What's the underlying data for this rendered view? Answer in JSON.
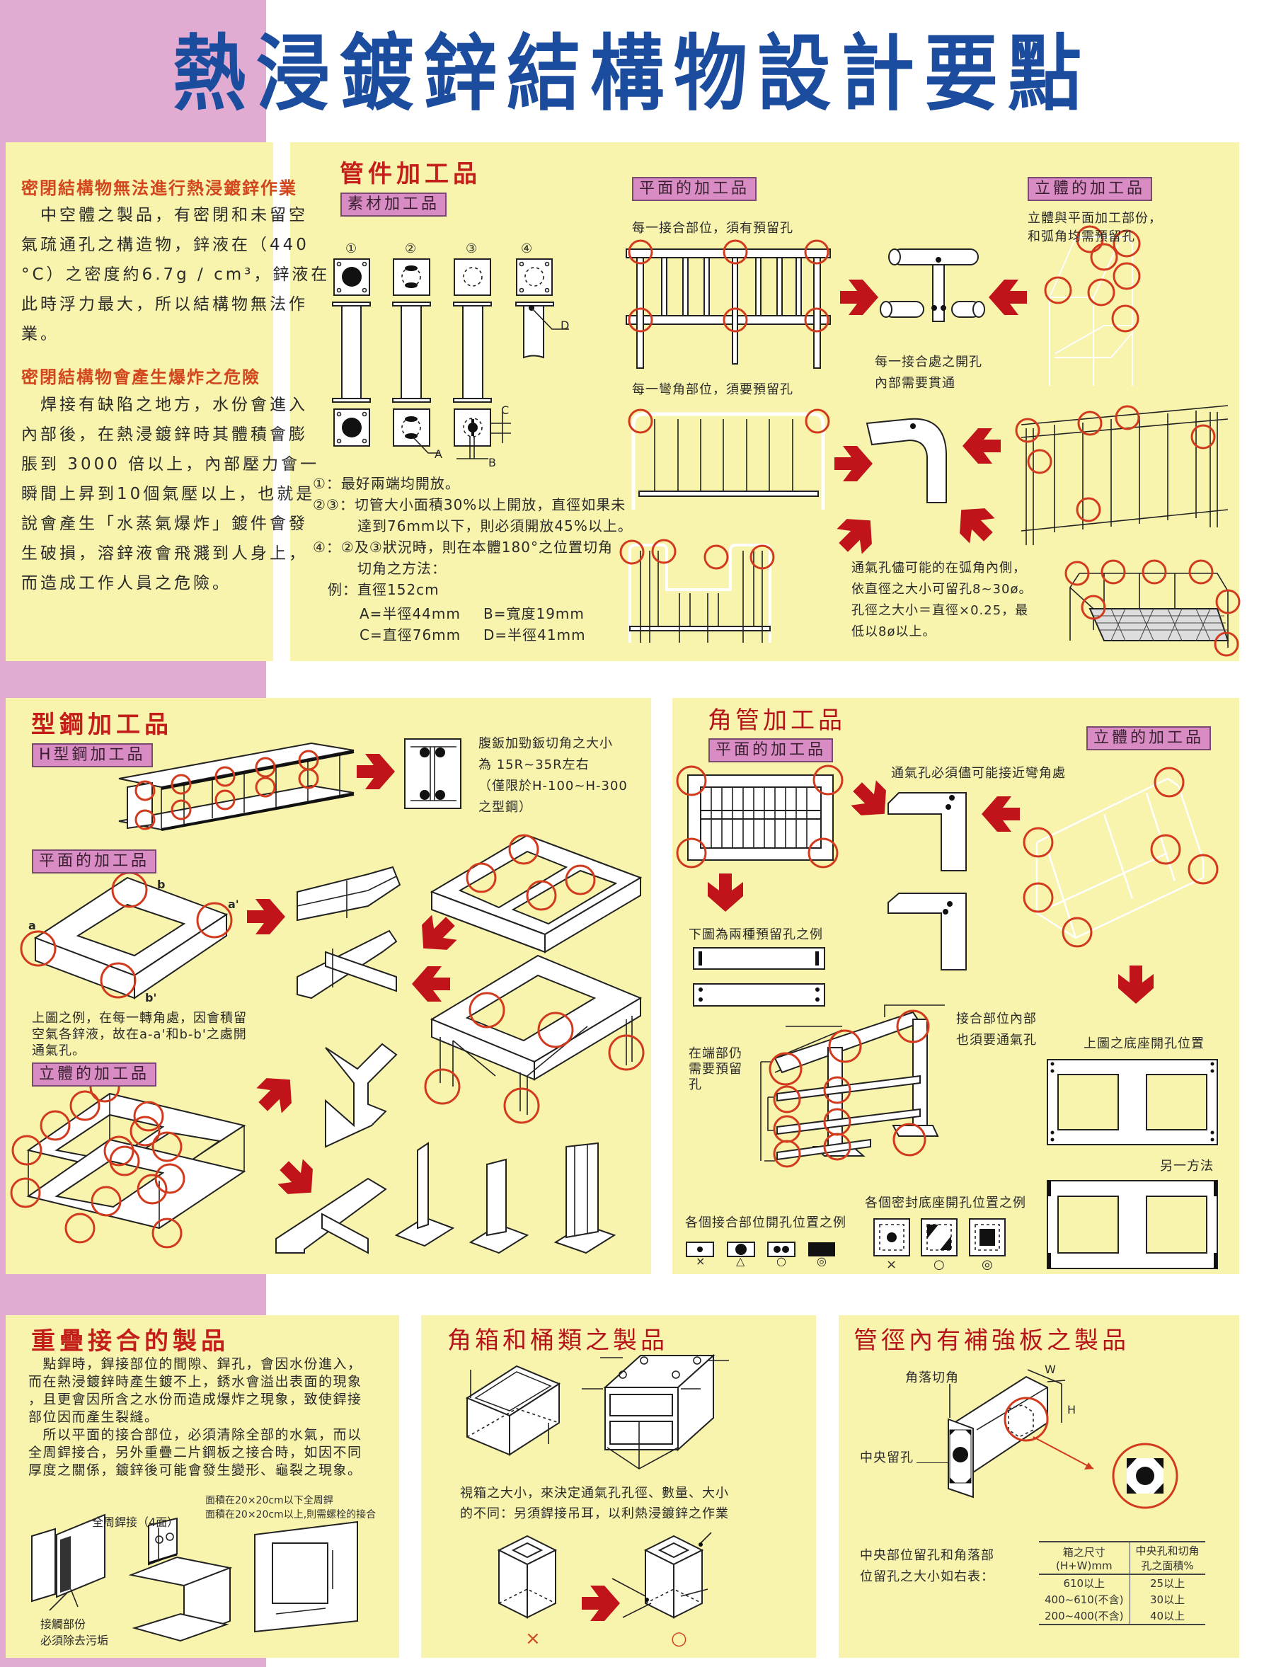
{
  "title": "熱浸鍍鋅結構物設計要點",
  "sealed": {
    "heading1": "密閉結構物無法進行熱浸鍍鋅作業",
    "para1": [
      "　中空體之製品，有密閉和未留空",
      "氣疏通孔之構造物，鋅液在（440",
      "°C）之密度約6.7g / cm³，鋅液在",
      "此時浮力最大，所以結構物無法作",
      "業。"
    ],
    "heading2": "密閉結構物會產生爆炸之危險",
    "para2": [
      "　焊接有缺陷之地方，水份會進入",
      "內部後，在熱浸鍍鋅時其體積會膨",
      "脹到 3000 倍以上，內部壓力會一",
      "瞬間上昇到10個氣壓以上，也就是",
      "說會產生「水蒸氣爆炸」鍍件會發",
      "生破損，溶鋅液會飛濺到人身上，",
      "而造成工作人員之危險。"
    ]
  },
  "pipe": {
    "heading": "管件加工品",
    "raw_label": "素材加工品",
    "numbers": [
      "①",
      "②",
      "③",
      "④"
    ],
    "letters": [
      "A",
      "B",
      "C",
      "D"
    ],
    "notes": [
      "①：最好兩端均開放。",
      "②③：切管大小面積30%以上開放，直徑如果未",
      "　　　達到76mm以下，則必須開放45%以上。",
      "④：②及③狀況時，則在本體180°之位置切角",
      "　　　切角之方法：",
      "　例：直徑152cm"
    ],
    "dims": [
      [
        "A=半徑44mm",
        "B=寬度19mm"
      ],
      [
        "C=直徑76mm",
        "D=半徑41mm"
      ]
    ],
    "flat_label": "平面的加工品",
    "flat_note1": "每一接合部位，須有預留孔",
    "flat_note2": "每一彎角部位，須要預留孔",
    "joint_note": [
      "每一接合處之開孔",
      "內部需要貫通"
    ],
    "solid_label": "立體的加工品",
    "solid_note": [
      "立體與平面加工部份，",
      "和弧角均需預留孔"
    ],
    "vent_note": [
      "通氣孔儘可能的在弧角內側，",
      "依直徑之大小可留孔8~30ø。",
      "孔徑之大小＝直徑×0.25，最",
      "低以8ø以上。"
    ]
  },
  "hsteel": {
    "heading": "型鋼加工品",
    "h_label": "H型鋼加工品",
    "h_note": [
      "腹鈑加勁鈑切角之大小",
      "為 15R~35R左右",
      "（僅限於H-100~H-300",
      "之型鋼）"
    ],
    "flat_label": "平面的加工品",
    "corner_marks": [
      "a",
      "a'",
      "b",
      "b'"
    ],
    "flat_note": [
      "上圖之例，在每一轉角處，因會積留",
      "空氣各鋅液，故在a-a'和b-b'之處開",
      "通氣孔。"
    ],
    "solid_label": "立體的加工品"
  },
  "square": {
    "heading": "角管加工品",
    "flat_label": "平面的加工品",
    "solid_label": "立體的加工品",
    "corner_note": "通氣孔必須儘可能接近彎角處",
    "two_holes": "下圖為兩種預留孔之例",
    "joint_inner": [
      "接合部位內部",
      "也須要通氣孔"
    ],
    "end_note": [
      "在端部仍",
      "需要預留",
      "孔"
    ],
    "base_note": "上圖之底座開孔位置",
    "other_method": "另一方法",
    "sealed_base": "各個密封底座開孔位置之例",
    "joint_examples": "各個接合部位開孔位置之例",
    "joint_marks": [
      "×",
      "△",
      "○",
      "◎"
    ],
    "base_marks": [
      "×",
      "○",
      "◎"
    ]
  },
  "overlap": {
    "heading": "重疊接合的製品",
    "para": [
      "　點銲時，銲接部位的間隙、銲孔，會因水份進入，",
      "而在熱浸鍍鋅時產生鍍不上，銹水會溢出表面的現象",
      "，且更會因所含之水份而造成爆炸之現象，致使銲接",
      "部位因而產生裂縫。",
      "　所以平面的接合部位，必須清除全部的水氣，而以",
      "全周銲接合，另外重疊二片鋼板之接合時，如因不同",
      "厚度之關係，鍍鋅後可能會發生變形、龜裂之現象。"
    ],
    "weld_label": "全周銲接（4面）",
    "area_notes": [
      "面積在20×20cm以下全周銲",
      "面積在20×20cm以上,則需螺栓的接合"
    ],
    "contact_note": [
      "接觸部份",
      "必須除去污垢"
    ]
  },
  "box": {
    "heading": "角箱和桶類之製品",
    "note": [
      "視箱之大小，來決定通氣孔孔徑、數量、大小",
      "的不同：另須銲接吊耳，以利熱浸鍍鋅之作業"
    ],
    "bad": "×",
    "good": "○"
  },
  "reinforced": {
    "heading": "管徑內有補強板之製品",
    "corner_cut": "角落切角",
    "center_hole": "中央留孔",
    "dim_w": "W",
    "dim_h": "H",
    "table_intro": [
      "中央部位留孔和角落部",
      "位留孔之大小如右表："
    ],
    "table_headers": [
      [
        "箱之尺寸",
        "(H+W)mm"
      ],
      [
        "中央孔和切角",
        "孔之面積%"
      ]
    ],
    "table_rows": [
      [
        "610以上",
        "25以上"
      ],
      [
        "400~610(不含)",
        "30以上"
      ],
      [
        "200~400(不含)",
        "40以上"
      ]
    ]
  },
  "colors": {
    "title": "#1b4c9e",
    "panel": "#f8f4ae",
    "strip": "#e2abd2",
    "heading": "#c41e1a",
    "marker": "#d23a1e"
  }
}
